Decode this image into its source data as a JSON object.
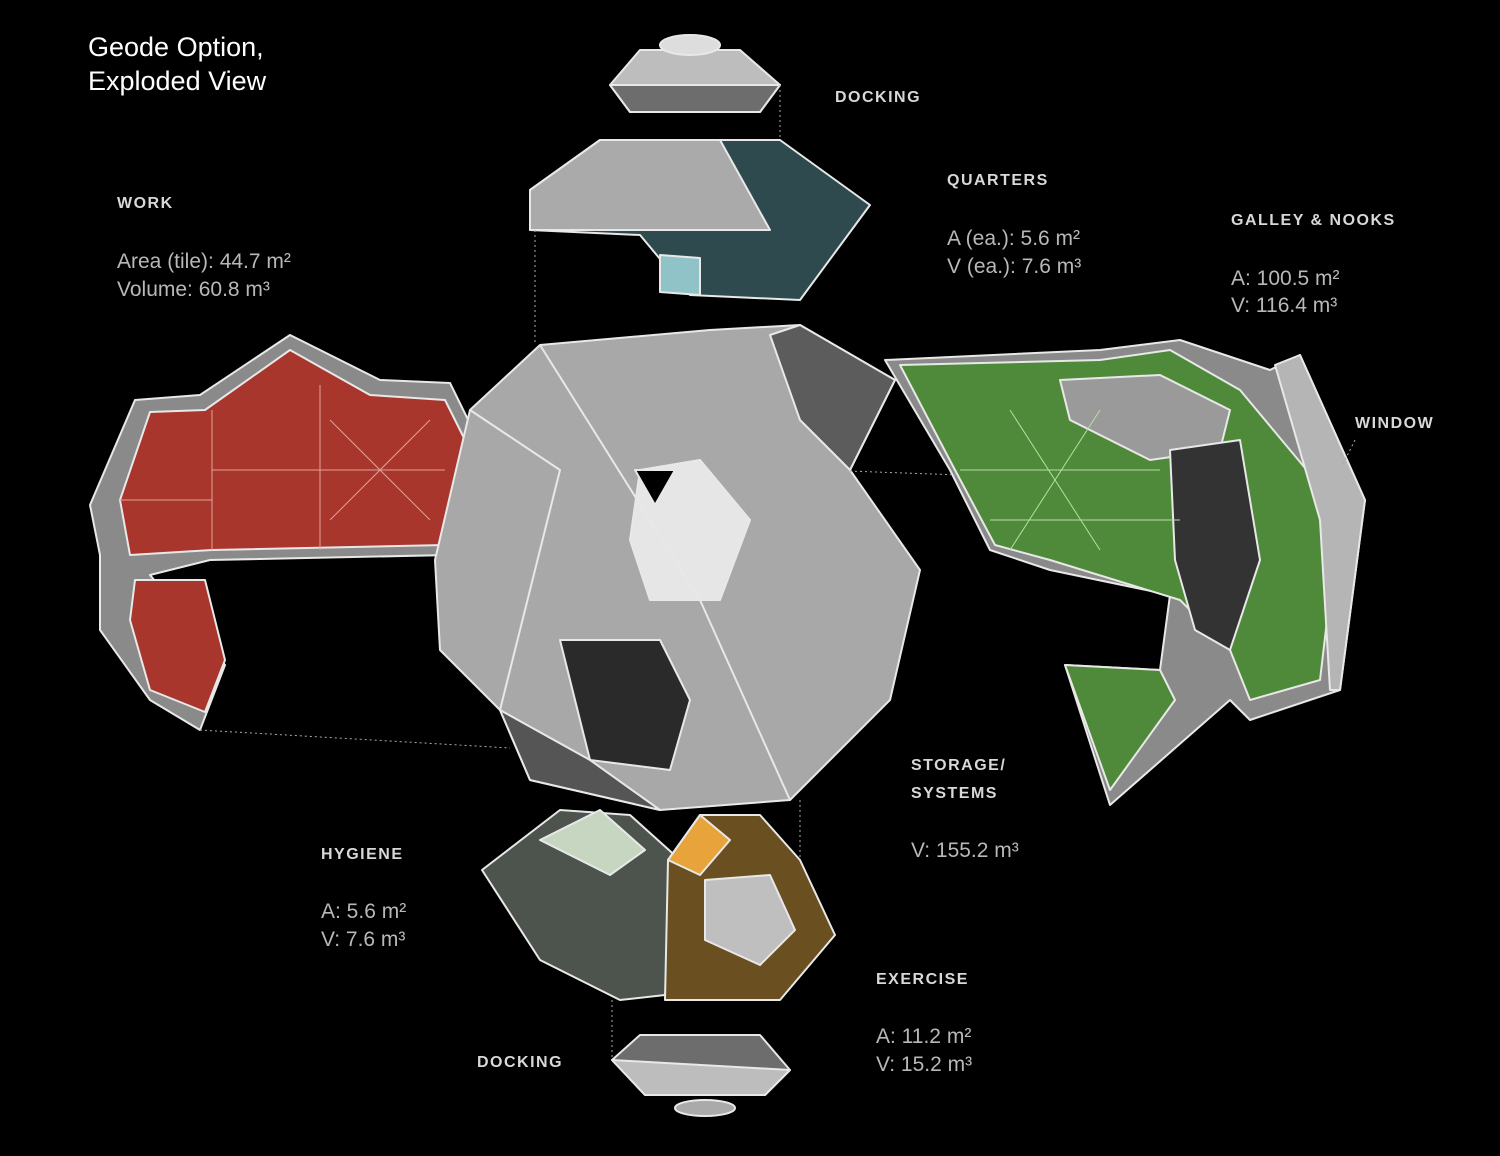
{
  "title": {
    "line1": "Geode Option,",
    "line2": "Exploded View"
  },
  "modules": {
    "docking_top": {
      "name": "DOCKING"
    },
    "quarters": {
      "name": "QUARTERS",
      "area": "A (ea.): 5.6 m²",
      "volume": "V (ea.): 7.6 m³"
    },
    "work": {
      "name": "WORK",
      "area": "Area (tile): 44.7 m²",
      "volume": "Volume: 60.8 m³"
    },
    "galley": {
      "name": "GALLEY & NOOKS",
      "area": "A: 100.5 m²",
      "volume": "V: 116.4 m³"
    },
    "window": {
      "name": "WINDOW"
    },
    "storage": {
      "name_line1": "STORAGE/",
      "name_line2": "SYSTEMS",
      "volume": "V: 155.2 m³"
    },
    "hygiene": {
      "name": "HYGIENE",
      "area": "A: 5.6 m²",
      "volume": "V: 7.6 m³"
    },
    "exercise": {
      "name": "EXERCISE",
      "area": "A: 11.2 m²",
      "volume": "V: 15.2 m³"
    },
    "docking_bottom": {
      "name": "DOCKING"
    }
  },
  "colors": {
    "work": "#a8362c",
    "galley": "#4e8a3a",
    "exercise": "#c98a1e",
    "quarters": "#2f4a4e",
    "shell": "#9a9a9a"
  }
}
